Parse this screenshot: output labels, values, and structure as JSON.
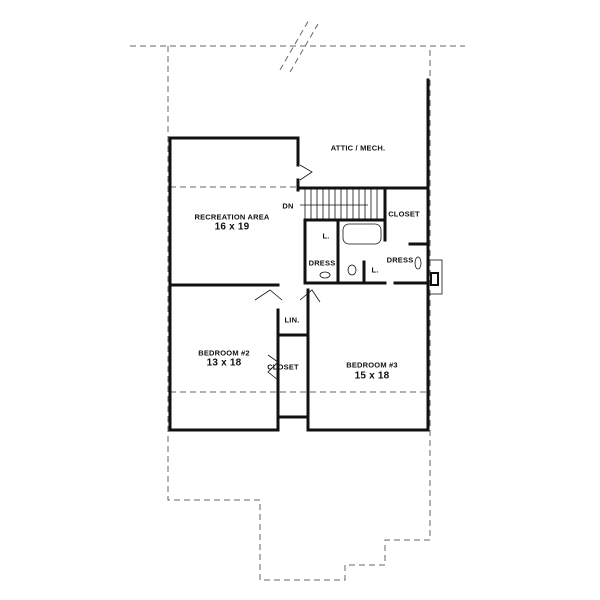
{
  "rooms": {
    "attic": "ATTIC / MECH.",
    "recreation": {
      "name": "RECREATION AREA",
      "size": "16 x 19"
    },
    "stairs": "DN",
    "closet_upper": "CLOSET",
    "linen_left": "L.",
    "dress_left": "DRESS",
    "dress_right": "DRESS",
    "linen_right": "L.",
    "linen_hall": "LIN.",
    "bedroom2": {
      "name": "BEDROOM #2",
      "size": "13 x 18"
    },
    "closet_bed2": "CLOSET",
    "bedroom3": {
      "name": "BEDROOM #3",
      "size": "15 x 18"
    }
  },
  "colors": {
    "wall": "#111111",
    "dashed": "#666666"
  }
}
